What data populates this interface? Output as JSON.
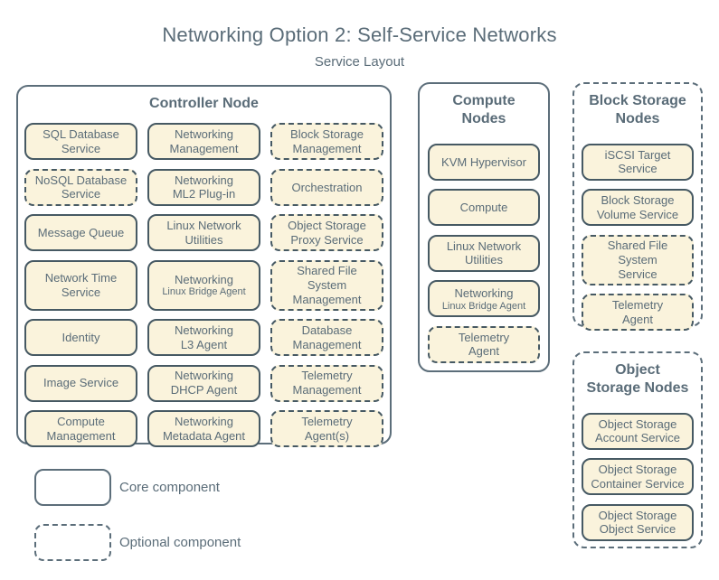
{
  "title": "Networking Option 2: Self-Service Networks",
  "subtitle": "Service Layout",
  "colors": {
    "background": "#ffffff",
    "box_fill": "#faf3dc",
    "box_border": "#465963",
    "container_border": "#5c6e7a",
    "text": "#5a6c78"
  },
  "nodes": {
    "controller": {
      "title": "Controller Node",
      "border": "solid",
      "services": [
        {
          "label": "SQL Database\nService",
          "style": "solid"
        },
        {
          "label": "Networking\nManagement",
          "style": "solid"
        },
        {
          "label": "Block Storage\nManagement",
          "style": "dashed"
        },
        {
          "label": "NoSQL Database\nService",
          "style": "dashed"
        },
        {
          "label": "Networking\nML2 Plug-in",
          "style": "solid"
        },
        {
          "label": "Orchestration",
          "style": "dashed"
        },
        {
          "label": "Message Queue",
          "style": "solid"
        },
        {
          "label": "Linux Network\nUtilities",
          "style": "solid"
        },
        {
          "label": "Object Storage\nProxy Service",
          "style": "dashed"
        },
        {
          "label": "Network Time\nService",
          "style": "solid"
        },
        {
          "label": "Networking",
          "sublabel": "Linux Bridge Agent",
          "style": "solid"
        },
        {
          "label": "Shared File System\nManagement",
          "style": "dashed"
        },
        {
          "label": "Identity",
          "style": "solid"
        },
        {
          "label": "Networking\nL3 Agent",
          "style": "solid"
        },
        {
          "label": "Database\nManagement",
          "style": "dashed"
        },
        {
          "label": "Image Service",
          "style": "solid"
        },
        {
          "label": "Networking\nDHCP Agent",
          "style": "solid"
        },
        {
          "label": "Telemetry\nManagement",
          "style": "dashed"
        },
        {
          "label": "Compute\nManagement",
          "style": "solid"
        },
        {
          "label": "Networking\nMetadata Agent",
          "style": "solid"
        },
        {
          "label": "Telemetry\nAgent(s)",
          "style": "dashed"
        }
      ]
    },
    "compute": {
      "title": "Compute\nNodes",
      "border": "solid",
      "services": [
        {
          "label": "KVM Hypervisor",
          "style": "solid"
        },
        {
          "label": "Compute",
          "style": "solid"
        },
        {
          "label": "Linux Network\nUtilities",
          "style": "solid"
        },
        {
          "label": "Networking",
          "sublabel": "Linux Bridge Agent",
          "style": "solid"
        },
        {
          "label": "Telemetry\nAgent",
          "style": "dashed"
        }
      ]
    },
    "block_storage": {
      "title": "Block Storage\nNodes",
      "border": "dashed",
      "services": [
        {
          "label": "iSCSI Target\nService",
          "style": "solid"
        },
        {
          "label": "Block Storage\nVolume Service",
          "style": "solid"
        },
        {
          "label": "Shared File System\nService",
          "style": "dashed"
        },
        {
          "label": "Telemetry\nAgent",
          "style": "dashed"
        }
      ]
    },
    "object_storage": {
      "title": "Object\nStorage Nodes",
      "border": "dashed",
      "services": [
        {
          "label": "Object Storage\nAccount Service",
          "style": "solid"
        },
        {
          "label": "Object Storage\nContainer Service",
          "style": "solid"
        },
        {
          "label": "Object Storage\nObject Service",
          "style": "solid"
        }
      ]
    }
  },
  "legend": {
    "items": [
      {
        "label": "Core component",
        "style": "solid"
      },
      {
        "label": "Optional component",
        "style": "dashed"
      }
    ]
  }
}
